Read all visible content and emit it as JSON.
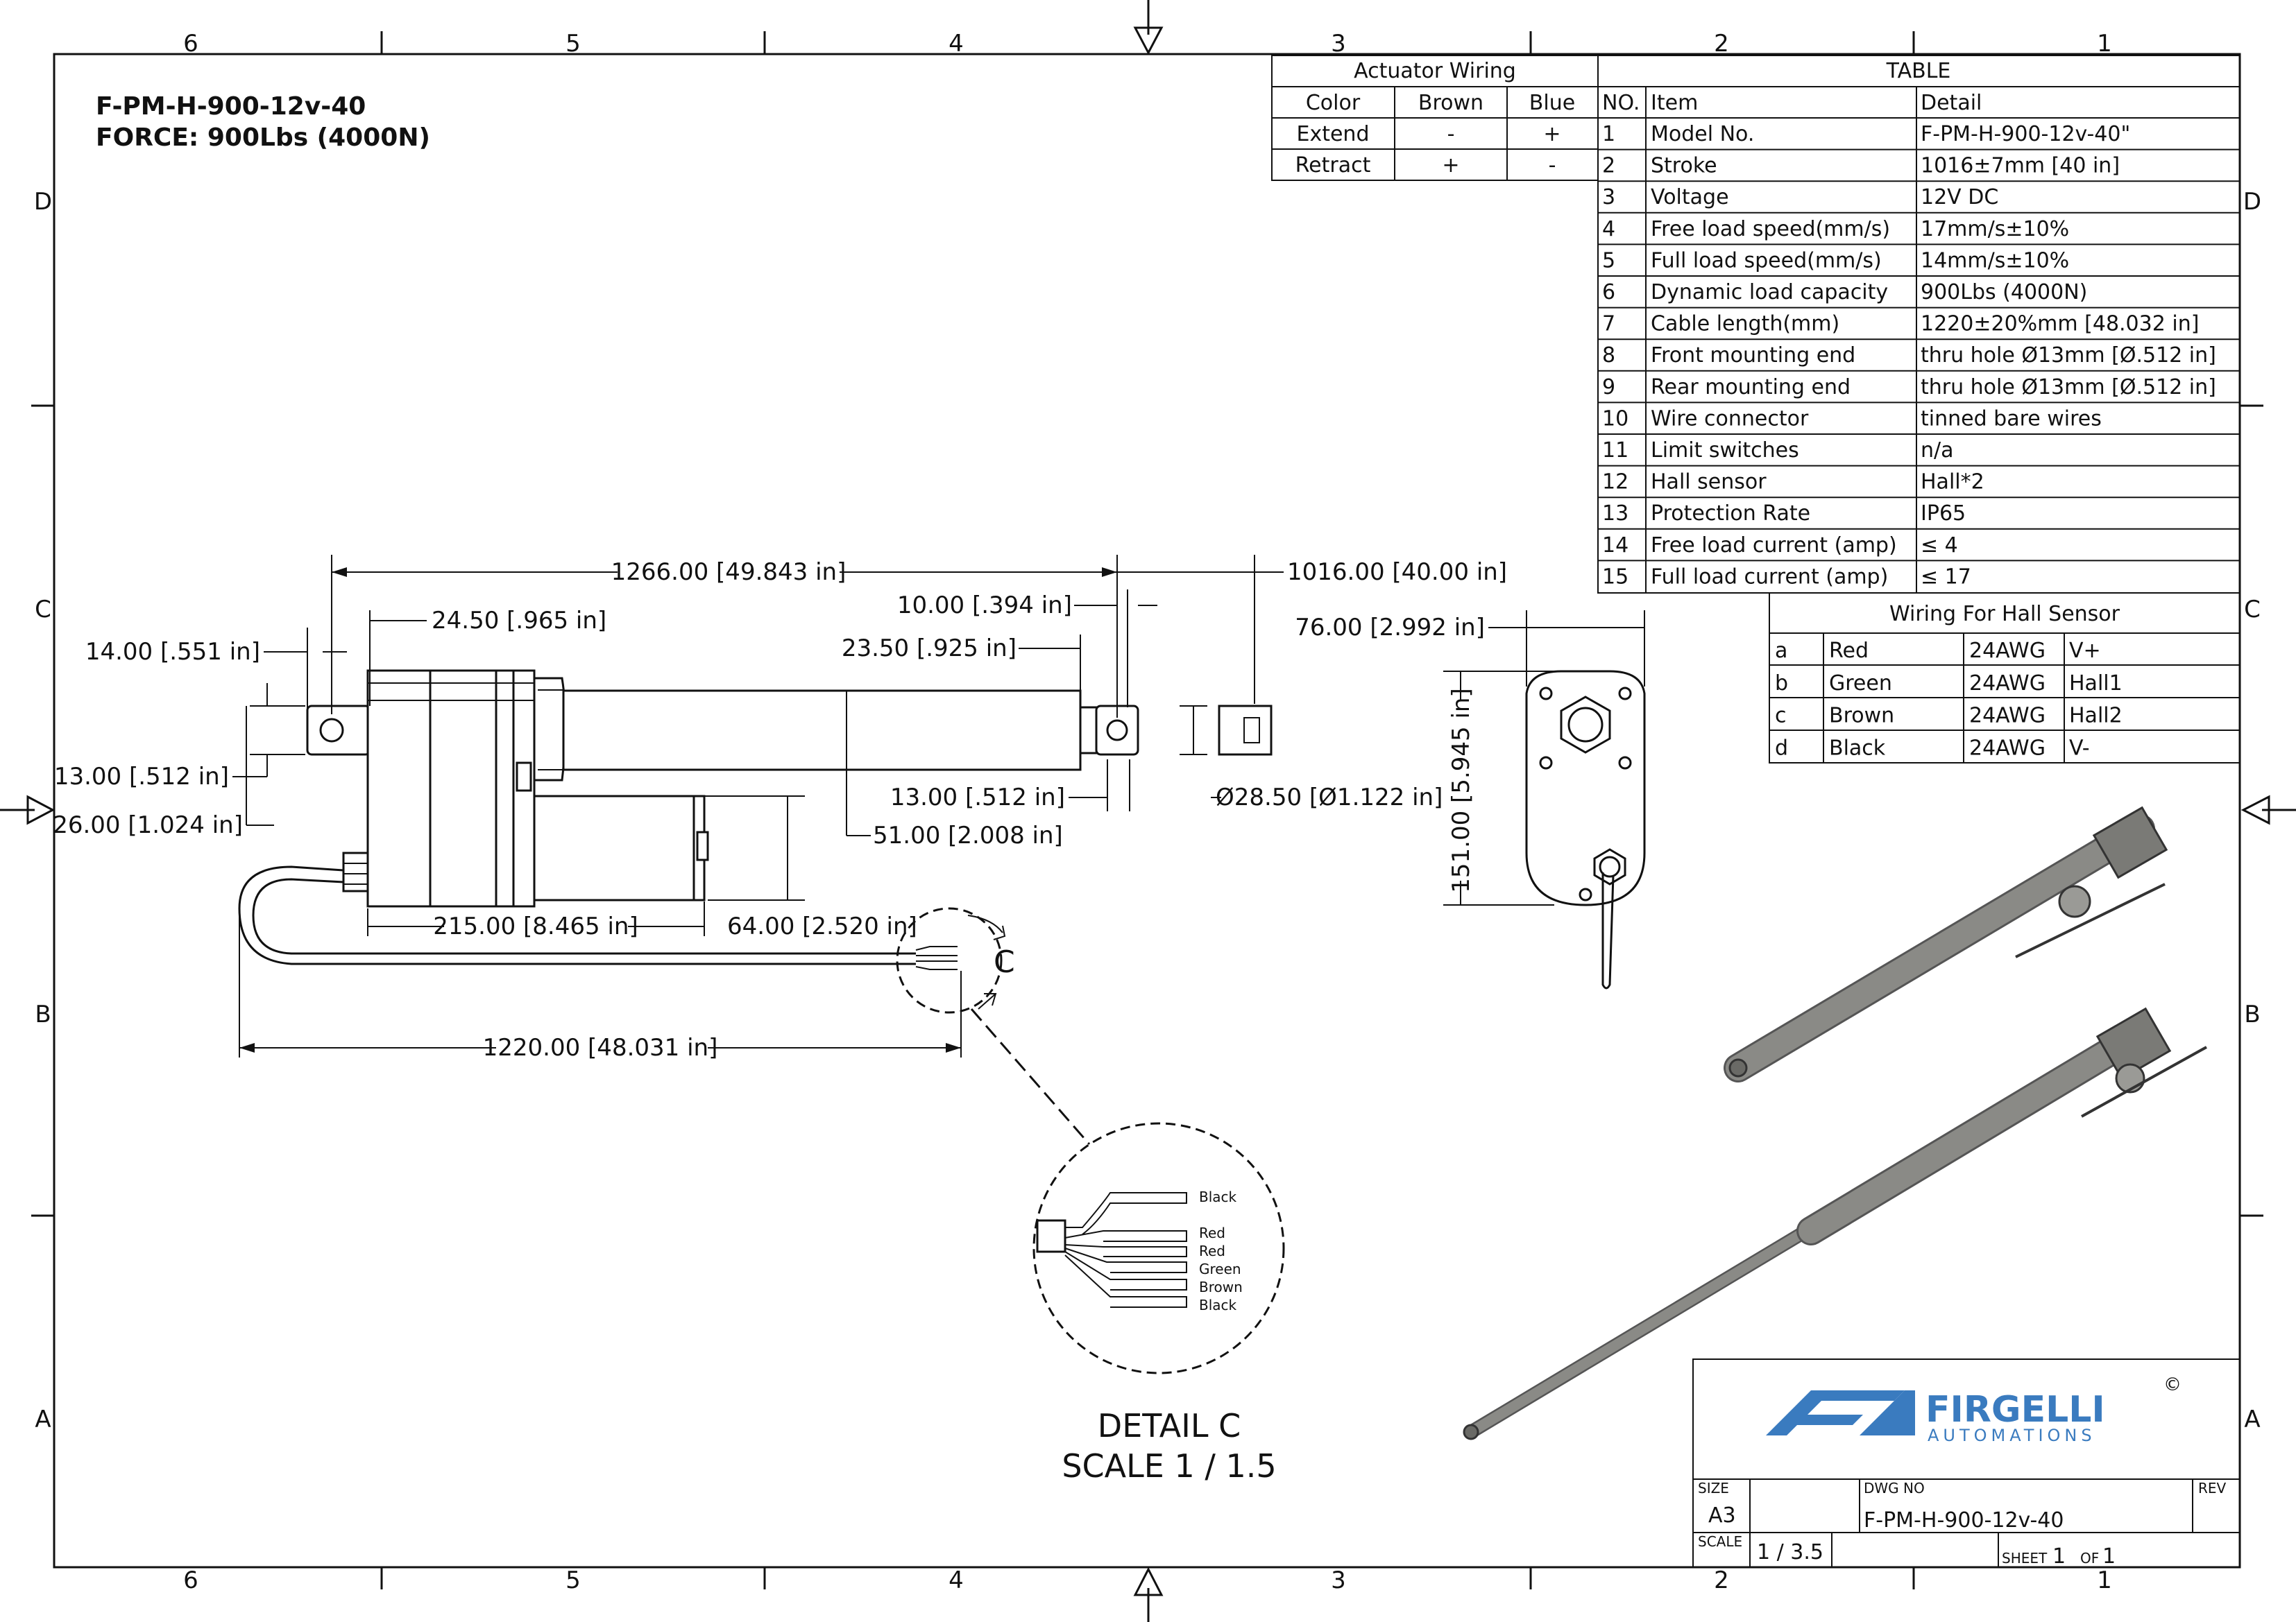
{
  "title": {
    "model": "F-PM-H-900-12v-40",
    "force": "FORCE: 900Lbs (4000N)"
  },
  "zones": {
    "columns": [
      "6",
      "5",
      "4",
      "3",
      "2",
      "1"
    ],
    "rows": [
      "D",
      "C",
      "B",
      "A"
    ]
  },
  "actuator_wiring": {
    "title": "Actuator Wiring",
    "headers": [
      "Color",
      "Brown",
      "Blue"
    ],
    "rows": [
      [
        "Extend",
        "-",
        "+"
      ],
      [
        "Retract",
        "+",
        "-"
      ]
    ]
  },
  "spec_table": {
    "title": "TABLE",
    "headers": [
      "NO.",
      "Item",
      "Detail"
    ],
    "rows": [
      [
        "1",
        "Model No.",
        "F-PM-H-900-12v-40\""
      ],
      [
        "2",
        "Stroke",
        "1016±7mm [40 in]"
      ],
      [
        "3",
        "Voltage",
        "12V DC"
      ],
      [
        "4",
        "Free load speed(mm/s)",
        "17mm/s±10%"
      ],
      [
        "5",
        "Full load speed(mm/s)",
        "14mm/s±10%"
      ],
      [
        "6",
        "Dynamic load capacity",
        "900Lbs (4000N)"
      ],
      [
        "7",
        "Cable length(mm)",
        "1220±20%mm [48.032 in]"
      ],
      [
        "8",
        "Front mounting end",
        "thru hole Ø13mm [Ø.512 in]"
      ],
      [
        "9",
        "Rear mounting end",
        "thru hole Ø13mm [Ø.512 in]"
      ],
      [
        "10",
        "Wire connector",
        "tinned bare wires"
      ],
      [
        "11",
        "Limit switches",
        "n/a"
      ],
      [
        "12",
        "Hall sensor",
        "Hall*2"
      ],
      [
        "13",
        "Protection Rate",
        "IP65"
      ],
      [
        "14",
        "Free load current (amp)",
        "≤ 4"
      ],
      [
        "15",
        "Full load current (amp)",
        "≤ 17"
      ]
    ]
  },
  "hall_wiring": {
    "title": "Wiring For Hall Sensor",
    "rows": [
      [
        "a",
        "Red",
        "24AWG",
        "V+"
      ],
      [
        "b",
        "Green",
        "24AWG",
        "Hall1"
      ],
      [
        "c",
        "Brown",
        "24AWG",
        "Hall2"
      ],
      [
        "d",
        "Black",
        "24AWG",
        "V-"
      ]
    ]
  },
  "dimensions": {
    "overall": "1266.00 [49.843 in]",
    "stroke": "1016.00 [40.00 in]",
    "d10": "10.00 [.394 in]",
    "d24_5": "24.50 [.965 in]",
    "d23_5": "23.50 [.925 in]",
    "d14": "14.00 [.551 in]",
    "d13_left": "13.00 [.512 in]",
    "d26": "26.00 [1.024 in]",
    "d13_right": "13.00 [.512 in]",
    "dia28_5": "Ø28.50 [Ø1.122 in]",
    "d51": "51.00 [2.008 in]",
    "d215": "215.00 [8.465 in]",
    "d64": "64.00 [2.520 in]",
    "d1220": "1220.00 [48.031 in]",
    "d76": "76.00 [2.992 in]",
    "d151": "151.00 [5.945 in]"
  },
  "detail": {
    "callout": "C",
    "title": "DETAIL  C",
    "scale": "SCALE 1 / 1.5",
    "wire_labels": [
      "Black",
      "Red",
      "Red",
      "Green",
      "Brown",
      "Black"
    ]
  },
  "title_block": {
    "logo_word": "FIRGELLI",
    "logo_sub": "AUTOMATIONS",
    "copyright": "©",
    "size_label": "SIZE",
    "size": "A3",
    "dwg_label": "DWG NO",
    "dwg_no": "F-PM-H-900-12v-40",
    "rev_label": "REV",
    "scale_label": "SCALE",
    "scale": "1 / 3.5",
    "sheet_label": "SHEET",
    "sheet_no": "1",
    "of_label": "OF",
    "sheet_total": "1"
  },
  "colors": {
    "line": "#111111",
    "logo_blue": "#3a7bbf",
    "model_gray": "#8a8a86"
  }
}
